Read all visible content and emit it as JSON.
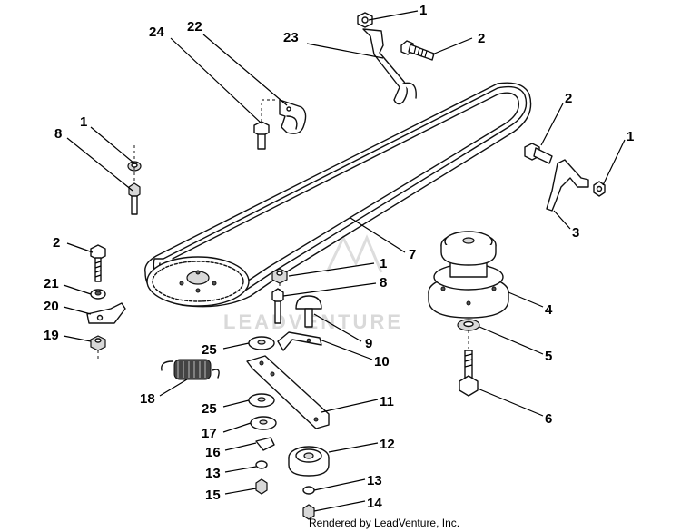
{
  "callouts": [
    {
      "id": "c1a",
      "text": "1"
    },
    {
      "id": "c2a",
      "text": "2"
    },
    {
      "id": "c23",
      "text": "23"
    },
    {
      "id": "c24",
      "text": "24"
    },
    {
      "id": "c22",
      "text": "22"
    },
    {
      "id": "c1b",
      "text": "1"
    },
    {
      "id": "c8a",
      "text": "8"
    },
    {
      "id": "c2b",
      "text": "2"
    },
    {
      "id": "c1c",
      "text": "1"
    },
    {
      "id": "c3",
      "text": "3"
    },
    {
      "id": "c7",
      "text": "7"
    },
    {
      "id": "c2c",
      "text": "2"
    },
    {
      "id": "c21",
      "text": "21"
    },
    {
      "id": "c20",
      "text": "20"
    },
    {
      "id": "c19",
      "text": "19"
    },
    {
      "id": "c1d",
      "text": "1"
    },
    {
      "id": "c8b",
      "text": "8"
    },
    {
      "id": "c4",
      "text": "4"
    },
    {
      "id": "c9",
      "text": "9"
    },
    {
      "id": "c10",
      "text": "10"
    },
    {
      "id": "c25a",
      "text": "25"
    },
    {
      "id": "c5",
      "text": "5"
    },
    {
      "id": "c18",
      "text": "18"
    },
    {
      "id": "c11",
      "text": "11"
    },
    {
      "id": "c6",
      "text": "6"
    },
    {
      "id": "c25b",
      "text": "25"
    },
    {
      "id": "c17",
      "text": "17"
    },
    {
      "id": "c12",
      "text": "12"
    },
    {
      "id": "c16",
      "text": "16"
    },
    {
      "id": "c13a",
      "text": "13"
    },
    {
      "id": "c13b",
      "text": "13"
    },
    {
      "id": "c15",
      "text": "15"
    },
    {
      "id": "c14",
      "text": "14"
    }
  ],
  "watermark": "LEADVENTURE",
  "credit": "Rendered by LeadVenture, Inc."
}
